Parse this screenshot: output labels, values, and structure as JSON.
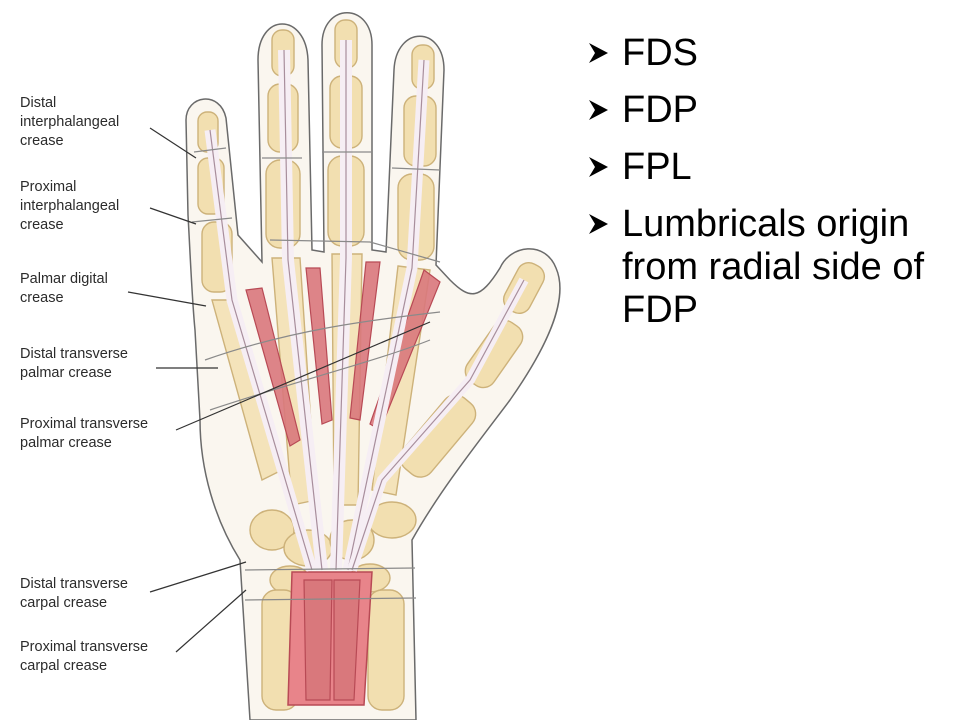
{
  "labels": [
    {
      "id": "dip",
      "text": "Distal\ninterphalangeal\ncrease"
    },
    {
      "id": "pip",
      "text": "Proximal\ninterphalangeal\ncrease"
    },
    {
      "id": "pdc",
      "text": "Palmar digital\ncrease"
    },
    {
      "id": "dtp",
      "text": "Distal transverse\npalmar crease"
    },
    {
      "id": "ptp",
      "text": "Proximal transverse\npalmar crease"
    },
    {
      "id": "dtc",
      "text": "Distal transverse\ncarpal crease"
    },
    {
      "id": "ptc",
      "text": "Proximal transverse\ncarpal crease"
    }
  ],
  "bullets": [
    {
      "text": "FDS"
    },
    {
      "text": "FDP"
    },
    {
      "text": "FPL"
    },
    {
      "text": "Lumbricals origin from radial side of FDP"
    }
  ],
  "colors": {
    "bone": "#f2dfb0",
    "bone_edge": "#cdb27a",
    "tendon": "#f6eef4",
    "tendon_edge": "#a88e9c",
    "muscle": "#d9787c",
    "muscle_dark": "#b84a55",
    "outline": "#6a6a6a"
  }
}
